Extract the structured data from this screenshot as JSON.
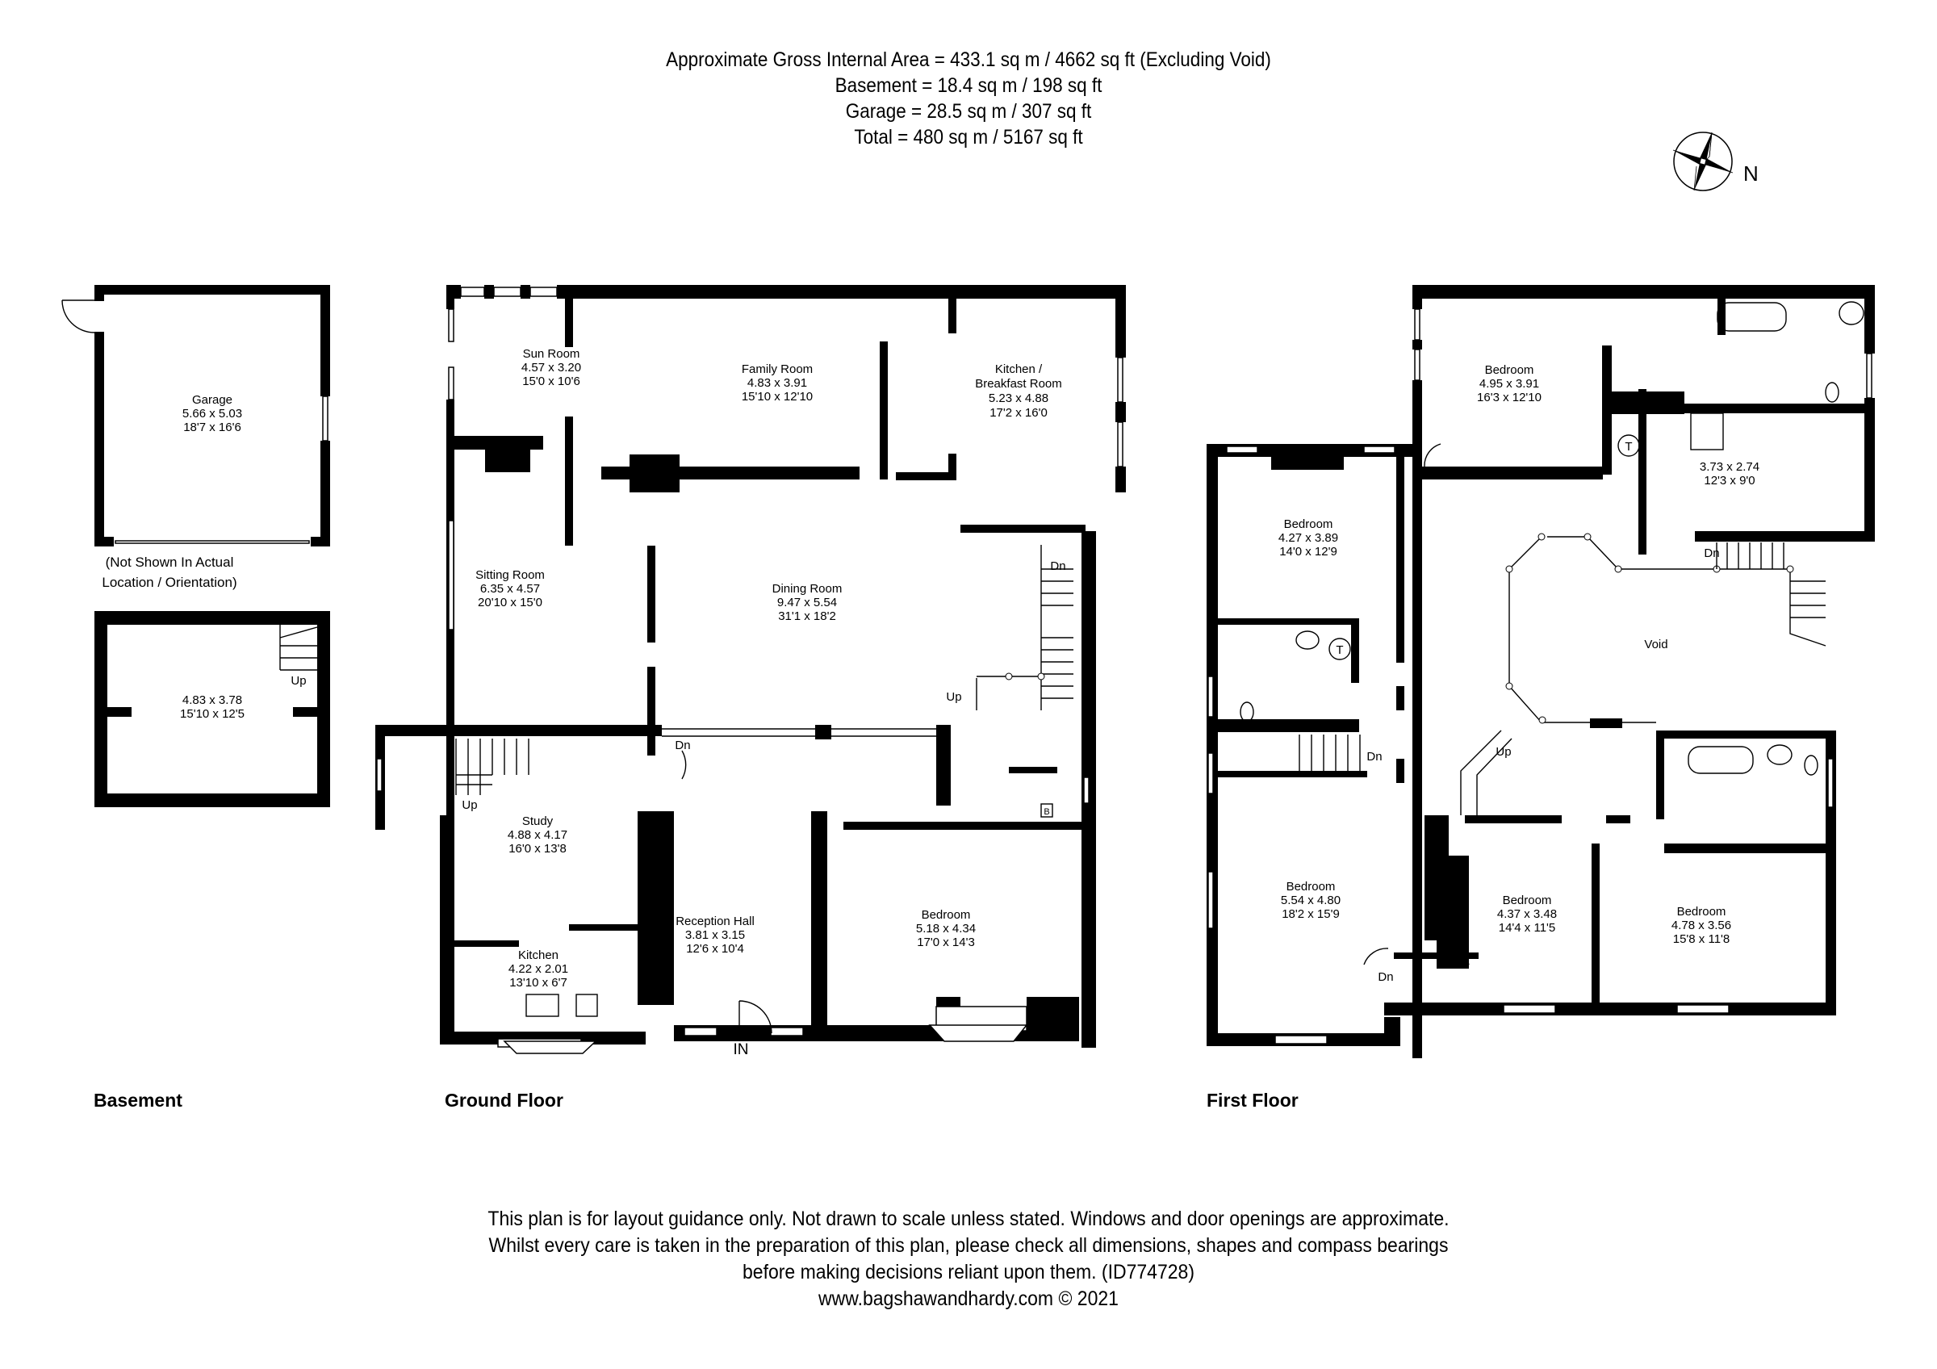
{
  "header": {
    "gross_area": "Approximate Gross Internal Area = 433.1 sq m / 4662 sq ft (Excluding Void)",
    "basement_area": "Basement = 18.4 sq m / 198 sq ft",
    "garage_area": "Garage = 28.5 sq m / 307 sq ft",
    "total_area": "Total = 480 sq m / 5167 sq ft"
  },
  "compass": {
    "icon": "compass-rose-icon",
    "label": "N"
  },
  "floors": {
    "basement": {
      "title": "Basement",
      "garage": {
        "name": "Garage",
        "metric": "5.66 x 5.03",
        "imperial": "18'7 x 16'6",
        "note_line1": "(Not Shown In Actual",
        "note_line2": "Location / Orientation)"
      },
      "cellar": {
        "metric": "4.83 x 3.78",
        "imperial": "15'10 x 12'5",
        "stairs": "Up"
      }
    },
    "ground": {
      "title": "Ground Floor",
      "rooms": [
        {
          "name": "Sun Room",
          "metric": "4.57 x 3.20",
          "imperial": "15'0 x 10'6"
        },
        {
          "name": "Family Room",
          "metric": "4.83 x 3.91",
          "imperial": "15'10 x 12'10"
        },
        {
          "name": "Kitchen /",
          "name2": "Breakfast Room",
          "metric": "5.23 x 4.88",
          "imperial": "17'2 x 16'0"
        },
        {
          "name": "Sitting Room",
          "metric": "6.35 x 4.57",
          "imperial": "20'10 x 15'0"
        },
        {
          "name": "Dining Room",
          "metric": "9.47 x 5.54",
          "imperial": "31'1 x 18'2"
        },
        {
          "name": "Study",
          "metric": "4.88 x 4.17",
          "imperial": "16'0 x 13'8"
        },
        {
          "name": "Kitchen",
          "metric": "4.22 x 2.01",
          "imperial": "13'10 x 6'7"
        },
        {
          "name": "Reception Hall",
          "metric": "3.81 x 3.15",
          "imperial": "12'6 x 10'4"
        },
        {
          "name": "Bedroom",
          "metric": "5.18 x 4.34",
          "imperial": "17'0 x 14'3"
        }
      ],
      "markers": {
        "dn1": "Dn",
        "dn2": "Dn",
        "up1": "Up",
        "up2": "Up",
        "entrance": "IN",
        "boiler": "B"
      }
    },
    "first": {
      "title": "First Floor",
      "rooms": [
        {
          "name": "Bedroom",
          "metric": "4.95 x 3.91",
          "imperial": "16'3 x 12'10"
        },
        {
          "name": "",
          "metric": "3.73 x 2.74",
          "imperial": "12'3 x 9'0"
        },
        {
          "name": "Bedroom",
          "metric": "4.27 x 3.89",
          "imperial": "14'0 x 12'9"
        },
        {
          "name": "Void",
          "metric": "",
          "imperial": ""
        },
        {
          "name": "Bedroom",
          "metric": "5.54 x 4.80",
          "imperial": "18'2 x 15'9"
        },
        {
          "name": "Bedroom",
          "metric": "4.37 x 3.48",
          "imperial": "14'4 x 11'5"
        },
        {
          "name": "Bedroom",
          "metric": "4.78 x 3.56",
          "imperial": "15'8 x 11'8"
        }
      ],
      "markers": {
        "dn1": "Dn",
        "dn2": "Dn",
        "dn3": "Dn",
        "up": "Up",
        "tank1": "T",
        "tank2": "T"
      }
    }
  },
  "footer": {
    "line1": "This plan is for layout guidance only. Not drawn to scale unless stated. Windows and door openings are approximate.",
    "line2": "Whilst every care is taken in the preparation of this plan, please check all dimensions, shapes and compass bearings",
    "line3": "before making decisions reliant upon them. (ID774728)",
    "line4": "www.bagshawandhardy.com © 2021"
  }
}
